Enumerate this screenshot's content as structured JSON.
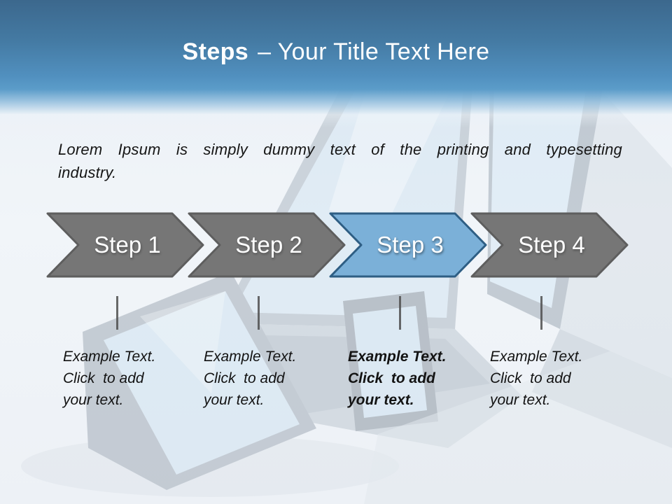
{
  "title": {
    "bold": "Steps",
    "rest": "– Your Title Text Here"
  },
  "intro": {
    "line1": "Lorem Ipsum is simply dummy text of the printing and typesetting",
    "line2": "industry."
  },
  "steps": [
    {
      "label": "Step 1",
      "state": "default",
      "desc": [
        "Example Text.",
        "Click  to add",
        "your text."
      ]
    },
    {
      "label": "Step 2",
      "state": "default",
      "desc": [
        "Example Text.",
        "Click  to add",
        "your text."
      ]
    },
    {
      "label": "Step 3",
      "state": "highlighted",
      "desc": [
        "Example Text.",
        "Click  to add",
        "your text."
      ]
    },
    {
      "label": "Step 4",
      "state": "default",
      "desc": [
        "Example Text.",
        "Click  to add",
        "your text."
      ]
    }
  ],
  "colors": {
    "chevron_default_fill": "#767676",
    "chevron_default_border": "#5e5e5e",
    "chevron_highlight_fill": "#7bb0d8",
    "chevron_highlight_border": "#2e5e84",
    "header_gradient_top": "#3c688d",
    "header_gradient_bottom": "#5b9cc9",
    "title_text": "#ffffff",
    "body_text": "#161616"
  },
  "background_illustration": "faded laptops, tablet and smartphone"
}
